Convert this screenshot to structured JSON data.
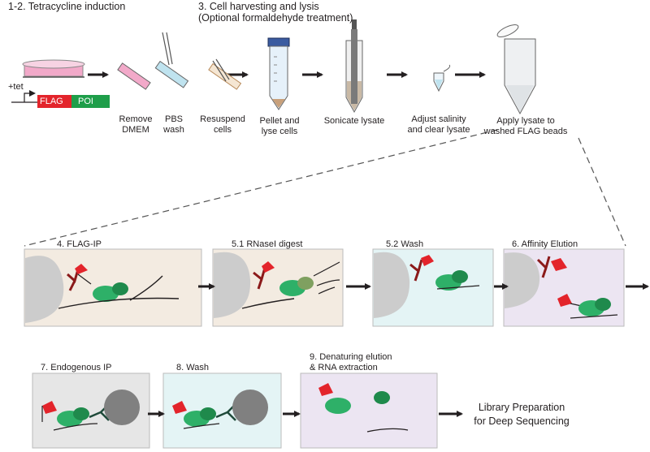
{
  "header": {
    "step_1_2": "1-2. Tetracycline induction",
    "step_3_line1": "3. Cell harvesting and lysis",
    "step_3_line2": "(Optional formaldehyde treatment)"
  },
  "construct": {
    "tet_label": "+tet",
    "flag_label": "FLAG",
    "poi_label": "POI"
  },
  "top_steps": [
    {
      "line1": "Remove",
      "line2": "DMEM"
    },
    {
      "line1": "PBS",
      "line2": "wash"
    },
    {
      "line1": "Resuspend",
      "line2": "cells"
    },
    {
      "line1": "Pellet and",
      "line2": "lyse cells"
    },
    {
      "line1": "Sonicate lysate",
      "line2": ""
    },
    {
      "line1": "Adjust salinity",
      "line2": "and clear lysate"
    },
    {
      "line1": "Apply lysate to",
      "line2": "washed FLAG beads"
    }
  ],
  "panels_row1": [
    {
      "title": "4. FLAG-IP",
      "bg": "#f3ebe1"
    },
    {
      "title": "5.1 RNaseI digest",
      "bg": "#f3ebe1"
    },
    {
      "title": "5.2 Wash",
      "bg": "#e4f4f5"
    },
    {
      "title": "6. Affinity Elution",
      "bg": "#ece5f2"
    }
  ],
  "panels_row2": [
    {
      "title": "7. Endogenous IP",
      "bg": "#e6e6e6"
    },
    {
      "title": "8. Wash",
      "bg": "#e4f4f5"
    },
    {
      "title_line1": "9. Denaturing elution",
      "title_line2": "& RNA extraction",
      "bg": "#ece5f2"
    }
  ],
  "final": {
    "line1": "Library Preparation",
    "line2": "for Deep Sequencing"
  },
  "colors": {
    "flag_red": "#e3242b",
    "poi_green": "#1e9e4a",
    "protein_green": "#2eb068",
    "protein_dark": "#1f8a4c",
    "bead_grey": "#cccccc",
    "bead_dark": "#808080",
    "dish_pink": "#f2a9c9",
    "pbs_blue": "#bfe3ef"
  }
}
